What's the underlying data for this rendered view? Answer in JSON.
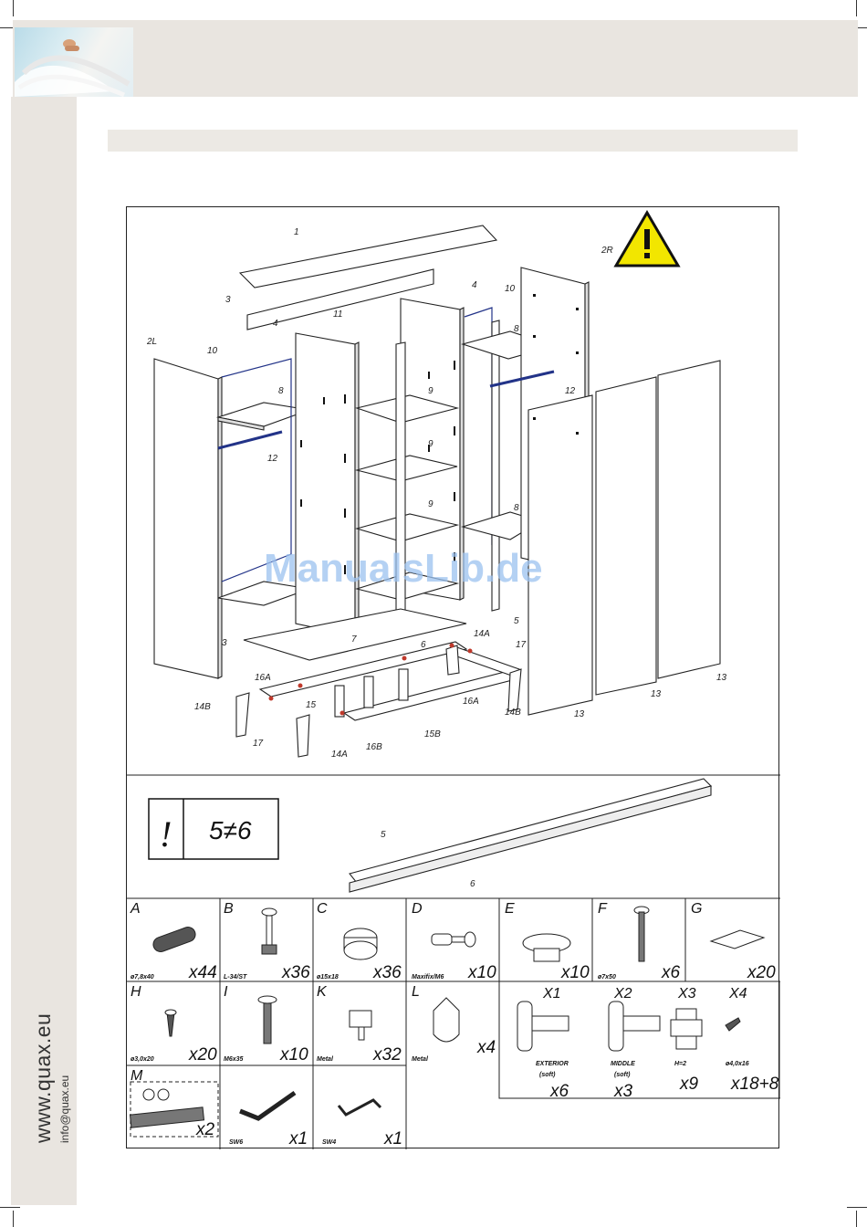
{
  "footer": {
    "website": "www.quax.eu",
    "email": "info@quax.eu"
  },
  "watermark": "ManualsLib.de",
  "exploded_view": {
    "part_labels": [
      "1",
      "2L",
      "2R",
      "3",
      "3",
      "4",
      "4",
      "5",
      "6",
      "7",
      "8",
      "8",
      "8",
      "9",
      "9",
      "9",
      "10",
      "10",
      "11",
      "12",
      "12",
      "13",
      "13",
      "13",
      "14A",
      "14A",
      "14B",
      "14B",
      "15",
      "15B",
      "16A",
      "16A",
      "16B",
      "17",
      "17"
    ]
  },
  "note_box": {
    "warning_symbol": "!",
    "rule_text": "5≠6",
    "labels": [
      "5",
      "6"
    ]
  },
  "hardware": [
    {
      "letter": "A",
      "spec": "ø7,8x40",
      "qty": "x44"
    },
    {
      "letter": "B",
      "spec": "L-34/ST",
      "qty": "x36"
    },
    {
      "letter": "C",
      "spec": "ø15x18",
      "qty": "x36"
    },
    {
      "letter": "D",
      "spec": "Maxifix/M6",
      "qty": "x10"
    },
    {
      "letter": "E",
      "spec": "",
      "qty": "x10"
    },
    {
      "letter": "F",
      "spec": "ø7x50",
      "qty": "x6"
    },
    {
      "letter": "G",
      "spec": "",
      "qty": "x20"
    },
    {
      "letter": "H",
      "spec": "ø3,0x20",
      "qty": "x20"
    },
    {
      "letter": "I",
      "spec": "M6x35",
      "qty": "x10"
    },
    {
      "letter": "K",
      "spec": "Metal",
      "qty": "x32"
    },
    {
      "letter": "L",
      "spec": "Metal",
      "qty": "x4"
    },
    {
      "letter": "M",
      "spec": "",
      "qty": "x2"
    },
    {
      "letter": "",
      "spec": "SW6",
      "qty": "x1"
    },
    {
      "letter": "",
      "spec": "SW4",
      "qty": "x1"
    }
  ],
  "hinges": [
    {
      "letter": "X1",
      "spec": "EXTERIOR",
      "sub": "(soft)",
      "qty": "x6"
    },
    {
      "letter": "X2",
      "spec": "MIDDLE",
      "sub": "(soft)",
      "qty": "x3"
    },
    {
      "letter": "X3",
      "spec": "H=2",
      "sub": "",
      "qty": "x9"
    },
    {
      "letter": "X4",
      "spec": "ø4,0x16",
      "sub": "",
      "qty": "x18+8"
    }
  ]
}
